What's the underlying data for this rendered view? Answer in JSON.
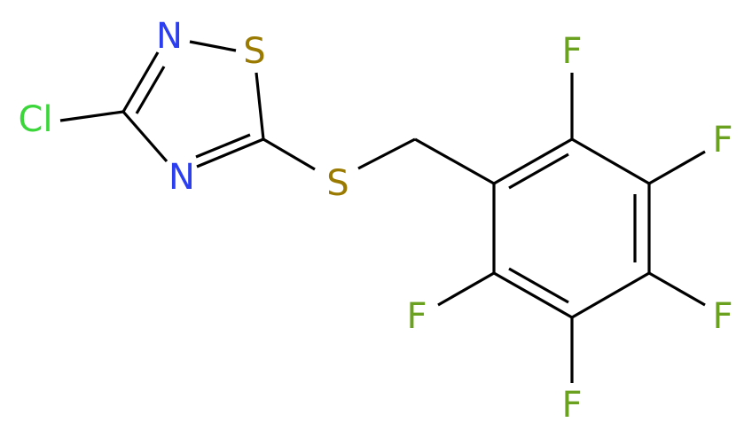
{
  "colors": {
    "bond": "#000000",
    "N": "#2b3ff0",
    "S": "#9a7a00",
    "Cl": "#3ad63a",
    "F": "#6aa11f",
    "background": "#ffffff"
  },
  "atoms": {
    "n2": {
      "label": "N",
      "element": "N"
    },
    "s1": {
      "label": "S",
      "element": "S"
    },
    "cl": {
      "label": "Cl",
      "element": "Cl"
    },
    "n4": {
      "label": "N",
      "element": "N"
    },
    "s_thio": {
      "label": "S",
      "element": "S"
    },
    "f_top": {
      "label": "F",
      "element": "F"
    },
    "f_upper_right": {
      "label": "F",
      "element": "F"
    },
    "f_lower_right": {
      "label": "F",
      "element": "F"
    },
    "f_bottom": {
      "label": "F",
      "element": "F"
    },
    "f_left": {
      "label": "F",
      "element": "F"
    }
  }
}
